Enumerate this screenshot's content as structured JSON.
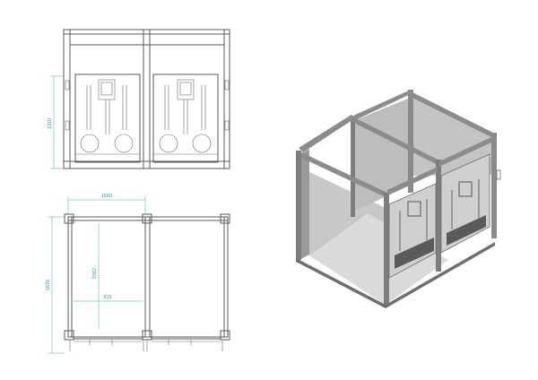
{
  "dimensions": {
    "front_height": "1310",
    "plan_width": "1550",
    "plan_depth": "1870",
    "plan_inner_depth": "1562",
    "plan_inner_width": "815"
  },
  "colors": {
    "line": "#5a5a5a",
    "dimension": "#3aa9a9",
    "frame_dark": "#7d7d7d",
    "panel": "#b8b8b8"
  }
}
